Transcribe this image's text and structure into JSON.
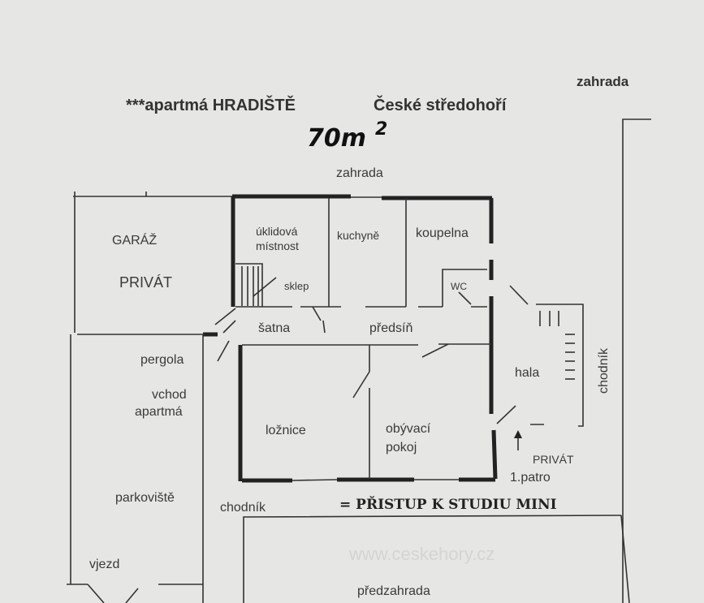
{
  "header": {
    "title_prefix": "***apartmá HRADIŠTĚ",
    "title_region": "České středohoří",
    "area": "70m",
    "area_sup": "2"
  },
  "labels": {
    "garden_top_right": "zahrada",
    "garden_top": "zahrada",
    "garage": "GARÁŽ",
    "garage_private": "PRIVÁT",
    "cleaning_room_1": "úklidová",
    "cleaning_room_2": "místnost",
    "kitchen": "kuchyně",
    "bathroom": "koupelna",
    "cellar": "sklep",
    "wc": "WC",
    "wardrobe": "šatna",
    "hallway": "předsíň",
    "pergola": "pergola",
    "entrance_1": "vchod",
    "entrance_2": "apartmá",
    "bedroom": "ložnice",
    "living_room_1": "obývací",
    "living_room_2": "pokoj",
    "hall": "hala",
    "path_right": "chodník",
    "private_first_floor_1": "PRIVÁT",
    "private_first_floor_2": "1.patro",
    "parking": "parkoviště",
    "path_bottom": "chodník",
    "studio_access": "= PŘISTUP K STUDIU MINI",
    "driveway": "vjezd",
    "front_garden": "předzahrada"
  },
  "watermark": "www.ceskehory.cz"
}
